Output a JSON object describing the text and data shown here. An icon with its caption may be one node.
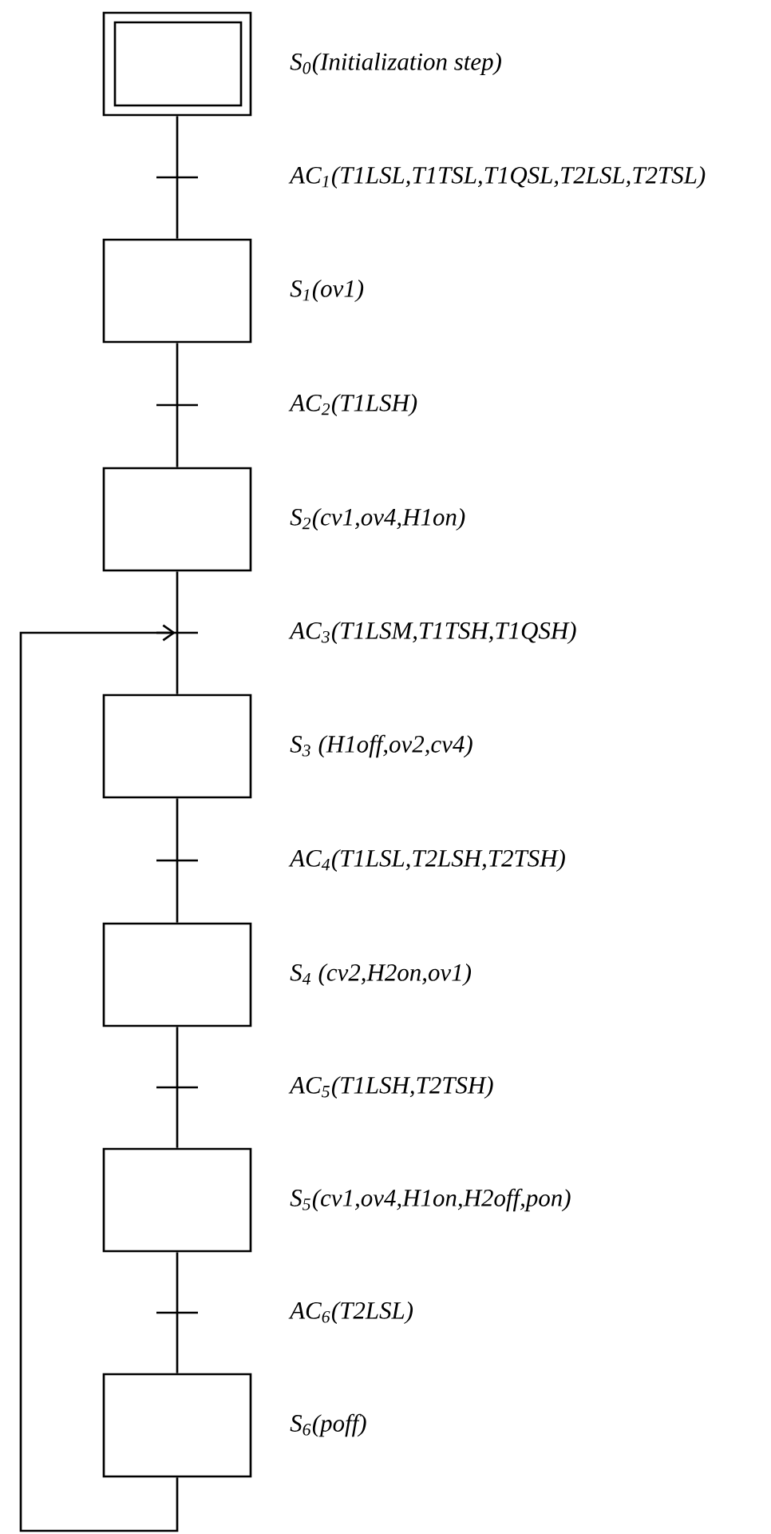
{
  "diagram": {
    "nodes": [
      {
        "text": [],
        "shape": "box",
        "beside": [
          "S$_{0}$(Initialization step)"
        ]
      },
      {
        "text": [],
        "shape": "box",
        "beside": [
          "S$_{1}$(ov1)"
        ]
      },
      {
        "text": [],
        "shape": "box",
        "beside": [
          "S$_{2}$(cv1,ov4,H1on)"
        ]
      },
      {
        "text": [],
        "shape": "box",
        "beside": [
          "S$_{3}$ (H1off,ov2,cv4)"
        ]
      },
      {
        "text": [],
        "shape": "box",
        "beside": [
          "S$_{4}$ (cv2,H2on,ov1)"
        ]
      },
      {
        "text": [],
        "shape": "box",
        "beside": [
          "S$_{5}$(cv1,ov4,H1on,H2off,pon)"
        ]
      },
      {
        "text": [],
        "shape": "box",
        "beside": [
          "S$_{6}$(poff)"
        ]
      }
    ],
    "edges": [
      {
        "from": 0,
        "to": 1,
        "arrow": "none",
        "label": "AC$_{1}$(T1LSL,T1TSL,T1QSL,T2LSL,T2TSL)"
      },
      {
        "from": 1,
        "to": 2,
        "arrow": "none",
        "label": "AC$_{2}$(T1LSH)"
      },
      {
        "from": 2,
        "to": 3,
        "arrow": "none",
        "label": "AC$_{3}$(T1LSM,T1TSH,T1QSH)"
      },
      {
        "from": 3,
        "to": 4,
        "arrow": "none",
        "label": "AC$_{4}$(T1LSL,T2LSH,T2TSH)"
      },
      {
        "from": 4,
        "to": 5,
        "arrow": "none",
        "label": "AC$_{5}$(T1LSH,T2TSH)"
      },
      {
        "from": 5,
        "to": 6,
        "arrow": "none",
        "label": "AC$_{6}$(T2LSL)"
      },
      {
        "from": 6,
        "to": 3,
        "arrow": "to"
      }
    ]
  }
}
